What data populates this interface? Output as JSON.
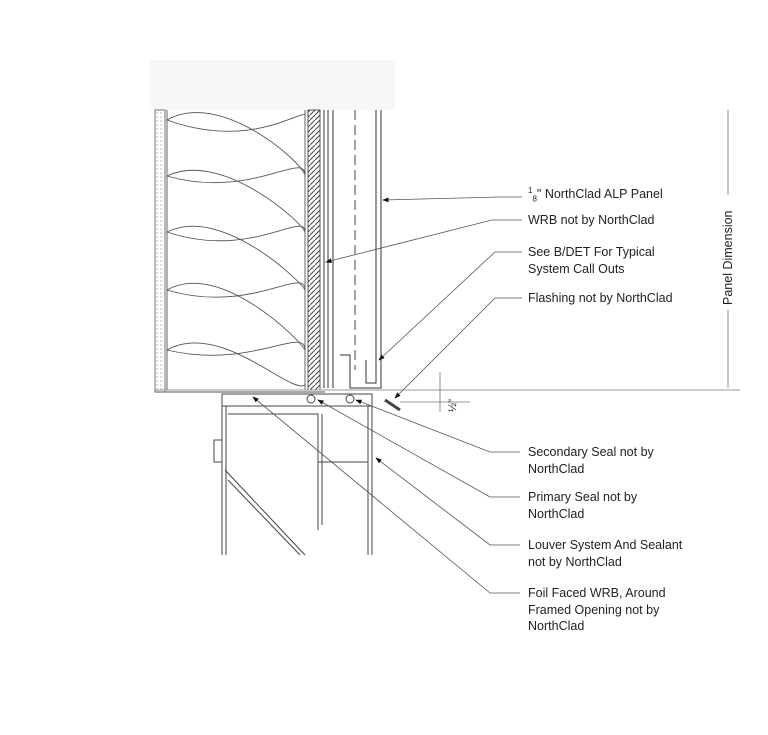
{
  "callouts": {
    "panel": {
      "fraction_num": "1",
      "fraction_den": "8",
      "text": "\" NorthClad ALP Panel"
    },
    "wrb": "WRB not by NorthClad",
    "see_det": [
      "See B/DET For Typical",
      "System Call Outs"
    ],
    "flashing": "Flashing not by NorthClad",
    "secondary_seal": [
      "Secondary Seal not by",
      "NorthClad"
    ],
    "primary_seal": [
      "Primary Seal not by",
      "NorthClad"
    ],
    "louver": [
      "Louver System And Sealant",
      "not by NorthClad"
    ],
    "foil": [
      "Foil Faced WRB, Around",
      "Framed Opening not by",
      "NorthClad"
    ]
  },
  "dimensions": {
    "panel_dimension": "Panel Dimension",
    "gap": "½\""
  }
}
